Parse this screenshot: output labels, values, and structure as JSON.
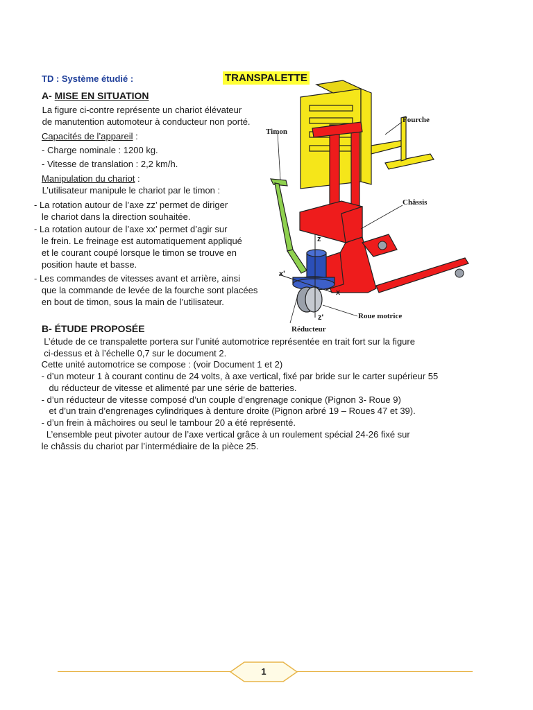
{
  "header": {
    "td_label": "TD : Système étudié :",
    "title": "TRANSPALETTE"
  },
  "section_a": {
    "prefix": "A- ",
    "heading": "MISE EN SITUATION",
    "intro_lines": [
      " La figure ci-contre représente un chariot élévateur",
      " de manutention automoteur à conducteur non porté."
    ],
    "capacites_title": "Capacités de l’appareil",
    "capacites_suffix": " :",
    "capacites": [
      "- Charge nominale : 1200 kg.",
      "- Vitesse de translation : 2,2 km/h."
    ],
    "manip_title": "Manipulation du chariot",
    "manip_suffix": " :",
    "manip_lines": [
      " L’utilisateur manipule le chariot par le timon :",
      "- La rotation autour de l’axe zz’ permet de diriger",
      "   le chariot dans la direction souhaitée.",
      "- La rotation autour de l’axe xx’ permet d’agir sur",
      "   le frein. Le freinage est automatiquement appliqué",
      "   et le courant coupé lorsque le timon se trouve en",
      "   position haute et basse.",
      "- Les commandes de vitesses avant et arrière, ainsi",
      "   que la commande de levée de la fourche sont placées",
      "   en bout de timon, sous la main de l’utilisateur."
    ]
  },
  "figure": {
    "labels": {
      "timon": "Timon",
      "fourche": "Fourche",
      "chassis": "Châssis",
      "roue": "Roue motrice",
      "reducteur": "Réducteur",
      "z": "z",
      "z_prime": "z'",
      "x": "x",
      "x_prime": "x'"
    },
    "colors": {
      "fourche": "#f5e61a",
      "chassis": "#ee1c1c",
      "timon": "#8fd14f",
      "moteur": "#2b4fb8",
      "roue": "#9aa0aa"
    }
  },
  "section_b": {
    "heading": "B- ÉTUDE PROPOSÉE",
    "lines": [
      "  L’étude de ce transpalette portera sur l’unité automotrice représentée en trait fort sur la figure",
      "  ci-dessus et à l’échelle 0,7 sur le document 2.",
      " Cette unité automotrice se compose : (voir Document 1 et 2)",
      " - d’un moteur 1 à courant continu de 24 volts, à axe vertical, fixé par bride sur le carter supérieur 55",
      "    du réducteur de vitesse et alimenté par une série de batteries.",
      " - d’un réducteur de vitesse composé d’un couple d’engrenage conique (Pignon 3- Roue 9)",
      "    et d’un train d’engrenages cylindriques à denture droite (Pignon arbré 19 – Roues 47 et 39).",
      " - d’un frein à mâchoires ou seul le tambour 20 a été représenté.",
      "   L’ensemble peut pivoter autour de l’axe vertical grâce à un roulement spécial 24-26 fixé sur",
      " le châssis du chariot par l’intermédiaire de la pièce 25."
    ]
  },
  "footer": {
    "page_number": "1"
  }
}
